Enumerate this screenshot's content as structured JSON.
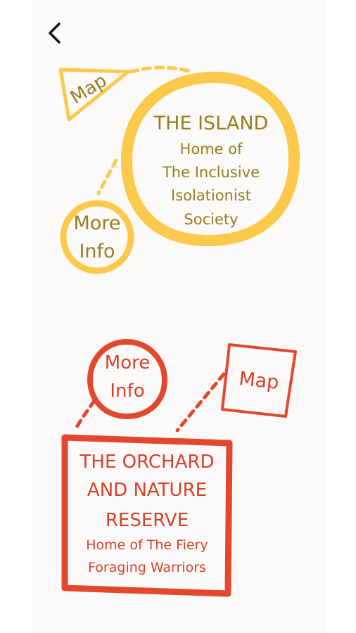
{
  "nav": {
    "back_icon": "chevron-left-icon"
  },
  "colors": {
    "background": "#fcfaf8",
    "island_accent": "#fbc94c",
    "island_text": "#9a7b1e",
    "orchard_accent": "#e2482e",
    "orchard_text": "#d6412a"
  },
  "island": {
    "title": "THE ISLAND",
    "subtitle_line1": "Home of",
    "subtitle_line2": "The Inclusive",
    "subtitle_line3": "Isolationist",
    "subtitle_line4": "Society",
    "map_label": "Map",
    "more_label_line1": "More",
    "more_label_line2": "Info"
  },
  "orchard": {
    "title_line1": "THE ORCHARD",
    "title_line2": "AND NATURE",
    "title_line3": "RESERVE",
    "subtitle_line1": "Home of The Fiery",
    "subtitle_line2": "Foraging Warriors",
    "map_label": "Map",
    "more_label_line1": "More",
    "more_label_line2": "Info"
  }
}
